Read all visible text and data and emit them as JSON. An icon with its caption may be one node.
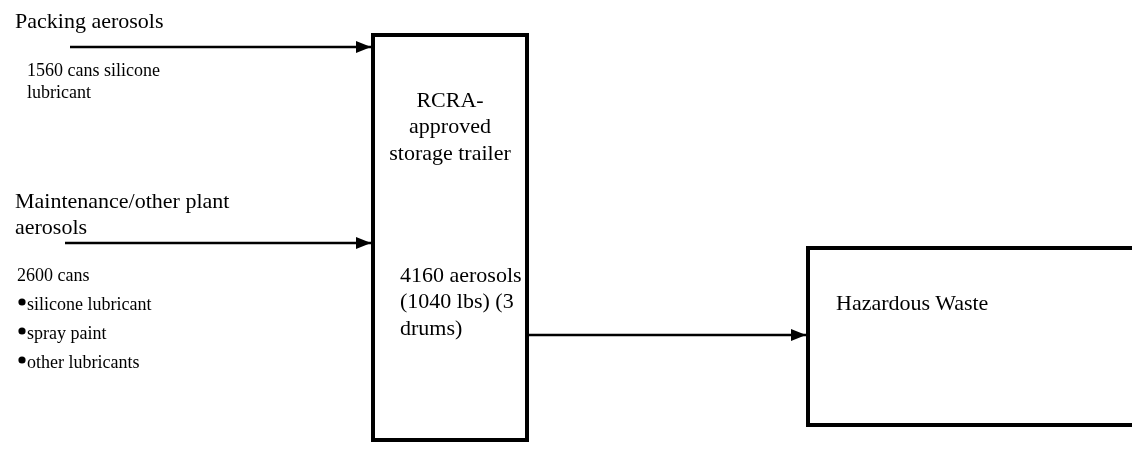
{
  "diagram": {
    "nodes": [
      {
        "text": [
          "Packing aerosols"
        ],
        "beside": [
          "1560 cans silicone lubricant"
        ]
      },
      {
        "text": [
          "Maintenance/other plant aerosols"
        ],
        "beside": [
          "2600 cans",
          "silicone lubricant",
          "spray paint",
          "other lubricants"
        ]
      },
      {
        "text": [
          "RCRA- approved storage trailer",
          "4160 aerosols (1040 lbs) (3 drums)"
        ]
      },
      {
        "text": [
          "Hazardous Waste"
        ]
      }
    ],
    "edges": [
      {
        "from": 0,
        "to": 2,
        "arrow": "to"
      },
      {
        "from": 1,
        "to": 2,
        "arrow": "to"
      },
      {
        "from": 2,
        "to": 3,
        "arrow": "to"
      }
    ]
  }
}
